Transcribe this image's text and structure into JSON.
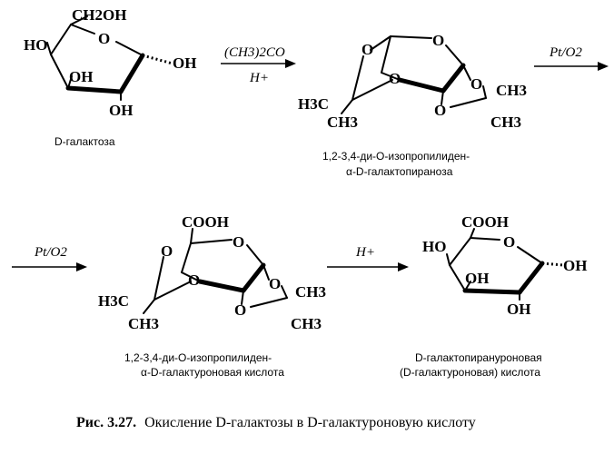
{
  "compounds": {
    "galactose": {
      "name": "D-галактоза",
      "atoms": {
        "ch2oh": "CH2OH",
        "ho_c4": "HO",
        "o_ring": "O",
        "oh_c1": "OH",
        "oh_c3": "OH",
        "oh_c2": "OH"
      }
    },
    "diisopropylidene_galactopyranose": {
      "name_line1": "1,2-3,4-ди-O-изопропилиден-",
      "name_line2": "α-D-галактопираноза",
      "atoms": {
        "o_bridge": "O",
        "o_ring": "O",
        "o_c3": "O",
        "o_c1": "O",
        "o_c2": "O",
        "h3c": "H3C",
        "ch3_left": "CH3",
        "ch3_right_top": "CH3",
        "ch3_right_bottom": "CH3"
      }
    },
    "diisopropylidene_galacturonic_acid": {
      "name_line1": "1,2-3,4-ди-O-изопропилиден-",
      "name_line2": "α-D-галактуроновая кислота",
      "atoms": {
        "cooh": "COOH",
        "o_bridge": "O",
        "o_ring": "O",
        "o_c3": "O",
        "o_c1": "O",
        "o_c2": "O",
        "h3c": "H3C",
        "ch3_left": "CH3",
        "ch3_right_top": "CH3",
        "ch3_right_bottom": "CH3"
      }
    },
    "galacturonic_acid": {
      "name_line1": "D-галактопирануроновая",
      "name_line2": "(D-галактуроновая) кислота",
      "atoms": {
        "cooh": "COOH",
        "ho_c4": "HO",
        "o_ring": "O",
        "oh_c1": "OH",
        "oh_c3": "OH",
        "oh_c2": "OH"
      }
    }
  },
  "reagents": {
    "step1_top": "(CH3)2CO",
    "step1_bottom": "H+",
    "step2_top": "Pt/O2",
    "step3_top": "Pt/O2",
    "step4_top": "H+"
  },
  "caption": {
    "figure_label": "Рис. 3.27.",
    "text": "Окисление D-галактозы в D-галактуроновую кислоту"
  }
}
